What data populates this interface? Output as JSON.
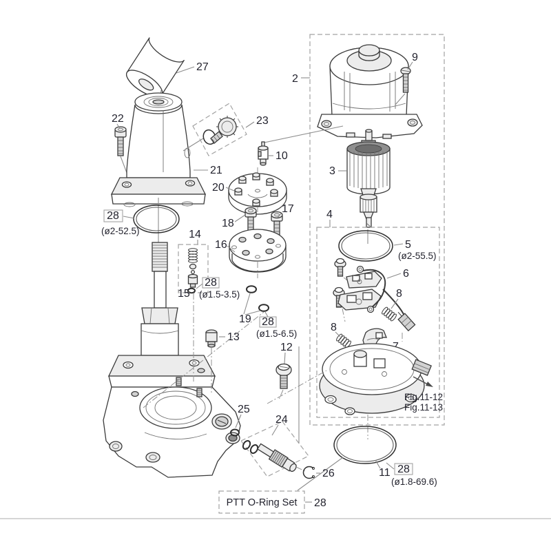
{
  "figure": {
    "oring_set_label": "PTT O-Ring Set",
    "callouts": {
      "2": "2",
      "3": "3",
      "4": "4",
      "5": "5",
      "6": "6",
      "7": "7",
      "8": "8",
      "9": "9",
      "10": "10",
      "11": "11",
      "12": "12",
      "13": "13",
      "14": "14",
      "15": "15",
      "16": "16",
      "17": "17",
      "18": "18",
      "19": "19",
      "20": "20",
      "21": "21",
      "22": "22",
      "23": "23",
      "24": "24",
      "25": "25",
      "26": "26",
      "27": "27",
      "28": "28"
    },
    "sizes": {
      "s52": "(ø2-52.5)",
      "s35": "(ø1.5-3.5)",
      "s65": "(ø1.5-6.5)",
      "s555": "(ø2-55.5)",
      "s696": "(ø1.8-69.6)"
    },
    "fig_refs": [
      "Fig.11-12",
      "Fig.11-13"
    ],
    "colors": {
      "label": "#23232e",
      "line_art": "#3a3a3a",
      "leader": "#8c8c8c",
      "dashed_box": "#a2a2a2"
    }
  }
}
